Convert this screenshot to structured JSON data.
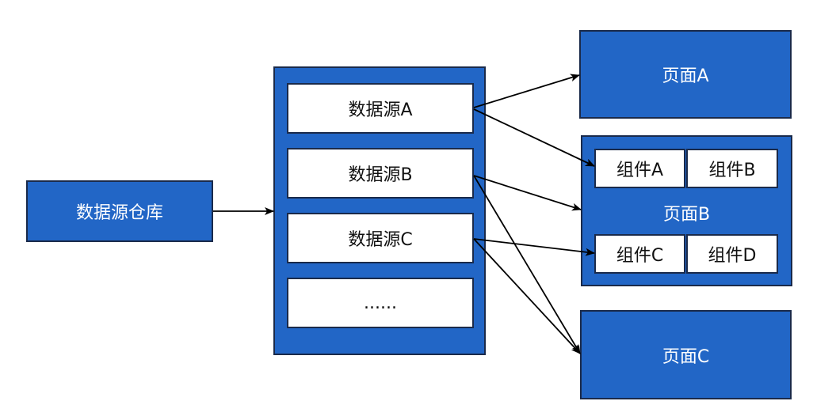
{
  "warehouse": {
    "label": "数据源仓库"
  },
  "sources": [
    {
      "label": "数据源A"
    },
    {
      "label": "数据源B"
    },
    {
      "label": "数据源C"
    },
    {
      "label": "......"
    }
  ],
  "pages": {
    "a": {
      "label": "页面A"
    },
    "b": {
      "label": "页面B",
      "components": [
        {
          "label": "组件A"
        },
        {
          "label": "组件B"
        },
        {
          "label": "组件C"
        },
        {
          "label": "组件D"
        }
      ]
    },
    "c": {
      "label": "页面C"
    }
  },
  "colors": {
    "box_fill": "#2266c6",
    "box_border": "#1a2a4a",
    "inner_fill": "#ffffff",
    "arrow": "#000000"
  }
}
